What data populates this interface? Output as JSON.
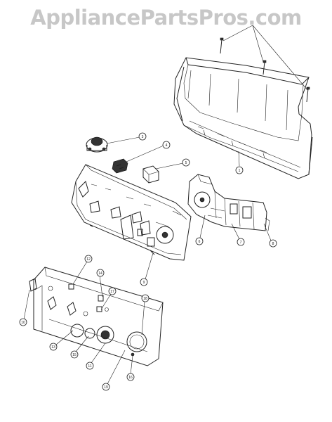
{
  "watermark": "AppliancePartsPros.com",
  "callouts": [
    {
      "id": "c-top-panel",
      "label": "1"
    },
    {
      "id": "c-knob-top",
      "label": "3"
    },
    {
      "id": "c-switch-a",
      "label": "4"
    },
    {
      "id": "c-switch-b",
      "label": "5"
    },
    {
      "id": "c-timer-6",
      "label": "6"
    },
    {
      "id": "c-timer-7",
      "label": "7"
    },
    {
      "id": "c-timer-8",
      "label": "8"
    },
    {
      "id": "c-board",
      "label": "9"
    },
    {
      "id": "c-console-10",
      "label": "10"
    },
    {
      "id": "c-console-11",
      "label": "11"
    },
    {
      "id": "c-console-12",
      "label": "12"
    },
    {
      "id": "c-console-13",
      "label": "13"
    },
    {
      "id": "c-console-14",
      "label": "14"
    },
    {
      "id": "c-console-15",
      "label": "15"
    },
    {
      "id": "c-console-16",
      "label": "16"
    },
    {
      "id": "c-console-17",
      "label": "17"
    },
    {
      "id": "c-console-18",
      "label": "18"
    },
    {
      "id": "c-console-19",
      "label": "19"
    }
  ]
}
